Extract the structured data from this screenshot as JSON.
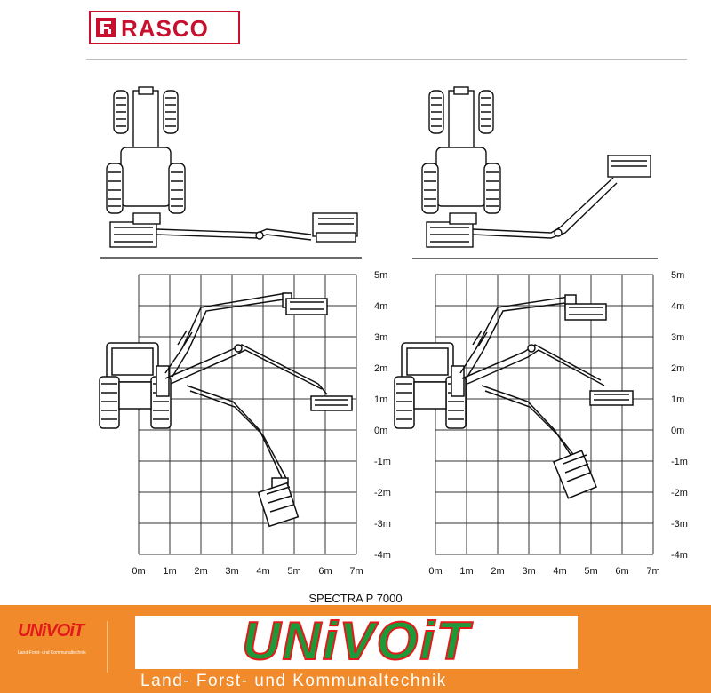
{
  "header": {
    "brand": "RASCO"
  },
  "diagrams": {
    "left": {
      "y_ticks": [
        "5m",
        "4m",
        "3m",
        "2m",
        "1m",
        "0m",
        "-1m",
        "-2m",
        "-3m",
        "-4m"
      ],
      "x_ticks": [
        "0m",
        "1m",
        "2m",
        "3m",
        "4m",
        "5m",
        "6m",
        "7m"
      ]
    },
    "right": {
      "y_ticks": [
        "5m",
        "4m",
        "3m",
        "2m",
        "1m",
        "0m",
        "-1m",
        "-2m",
        "-3m",
        "-4m"
      ],
      "x_ticks": [
        "0m",
        "1m",
        "2m",
        "3m",
        "4m",
        "5m",
        "6m",
        "7m"
      ]
    }
  },
  "caption": "SPECTRA P 7000",
  "footer": {
    "small_logo": "UNiVOiT",
    "small_logo_sub": "Land-Forst- und Kommunaltechnik",
    "brand": "UNiVOiT",
    "tagline": "Land- Forst- und Kommunaltechnik",
    "colors": {
      "background": "#f08a2a",
      "brand_fill": "#1c9a3a",
      "brand_stroke": "#e21a1a"
    }
  }
}
